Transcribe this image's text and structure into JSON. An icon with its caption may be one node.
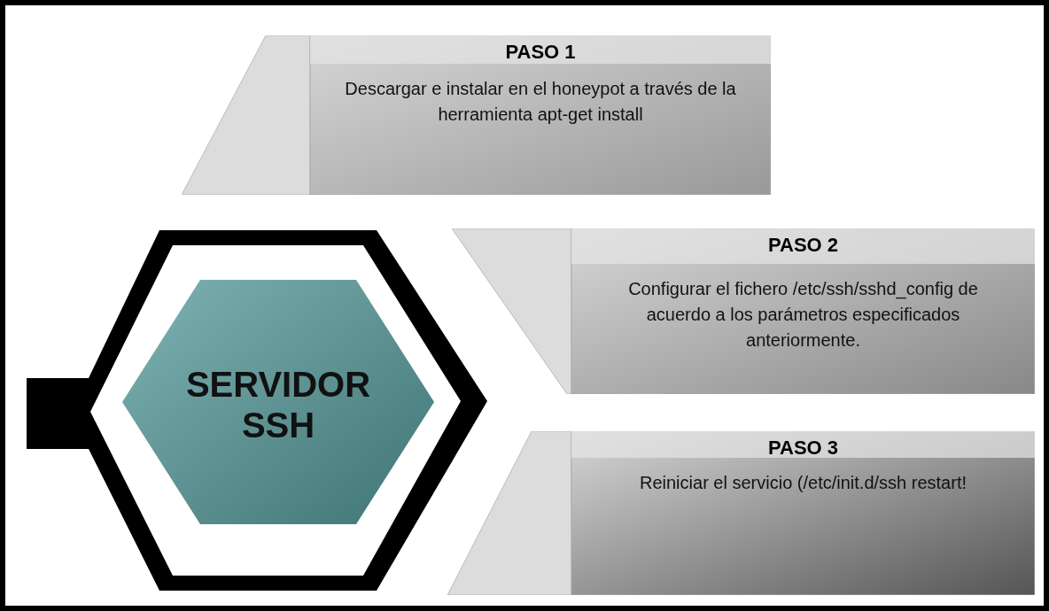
{
  "diagram": {
    "nodes": [
      {
        "text": [
          "SERVIDOR SSH"
        ]
      },
      {
        "text": [
          "PASO 1",
          "Descargar e instalar en el honeypot a través de la herramienta apt-get install"
        ]
      },
      {
        "text": [
          "PASO 2",
          "Configurar el fichero /etc/ssh/sshd_config de acuerdo a los parámetros especificados anteriormente."
        ]
      },
      {
        "text": [
          "PASO 3",
          "Reiniciar el servicio (/etc/init.d/ssh restart!"
        ]
      }
    ],
    "edges": []
  }
}
